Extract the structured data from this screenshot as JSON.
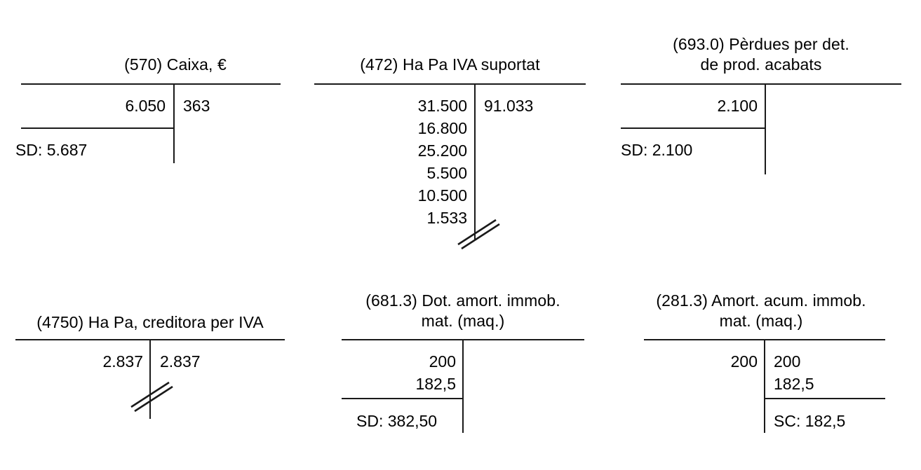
{
  "figure": {
    "kind": "t-accounts-ledger",
    "language": "ca",
    "ink_color": "#1a1a1a",
    "background_color": "#ffffff"
  },
  "accounts": [
    {
      "id": "570",
      "title": "(570) Caixa, €",
      "debit_entries": [
        "6.050"
      ],
      "credit_entries": [
        "363"
      ],
      "balance_label": "SD: 5.687",
      "balance_side": "debit",
      "closed": false
    },
    {
      "id": "472",
      "title": "(472) Ha Pa IVA suportat",
      "debit_entries": [
        "31.500",
        "16.800",
        "25.200",
        "5.500",
        "10.500",
        "1.533"
      ],
      "credit_entries": [
        "91.033"
      ],
      "balance_label": "",
      "balance_side": "none",
      "closed": true
    },
    {
      "id": "693.0",
      "title": "(693.0) Pèrdues per det.\nde prod. acabats",
      "debit_entries": [
        "2.100"
      ],
      "credit_entries": [],
      "balance_label": "SD: 2.100",
      "balance_side": "debit",
      "closed": false
    },
    {
      "id": "4750",
      "title": "(4750) Ha Pa, creditora per IVA",
      "debit_entries": [
        "2.837"
      ],
      "credit_entries": [
        "2.837"
      ],
      "balance_label": "",
      "balance_side": "none",
      "closed": true
    },
    {
      "id": "681.3",
      "title": "(681.3) Dot. amort. immob.\nmat. (maq.)",
      "debit_entries": [
        "200",
        "182,5"
      ],
      "credit_entries": [],
      "balance_label": "SD: 382,50",
      "balance_side": "debit",
      "closed": false
    },
    {
      "id": "281.3",
      "title": "(281.3) Amort. acum. immob.\nmat. (maq.)",
      "debit_entries": [
        "200"
      ],
      "credit_entries": [
        "200",
        "182,5"
      ],
      "balance_label": "SC: 182,5",
      "balance_side": "credit",
      "closed": false
    }
  ]
}
